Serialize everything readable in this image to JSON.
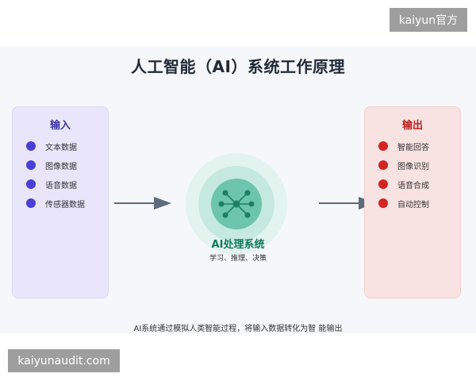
{
  "title": "人工智能（AI）系统工作原理",
  "input": {
    "title": "输入",
    "items": [
      "文本数据",
      "图像数据",
      "语音数据",
      "传感器数据"
    ]
  },
  "core": {
    "title": "AI处理系统",
    "subtitle": "学习、推理、决策"
  },
  "output": {
    "title": "输出",
    "items": [
      "智能回答",
      "图像识别",
      "语音合成",
      "自动控制"
    ]
  },
  "footer": "AI系统通过模拟人类智能过程，将输入数据转化为智  能输出",
  "watermarks": {
    "top": "kaiyun官方",
    "bottom": "kaiyunaudit.com"
  },
  "colors": {
    "input_accent": "#4a3fd6",
    "output_accent": "#d32422",
    "core_accent": "#0f7a5a",
    "arrow": "#5d6b7a"
  },
  "icons": {
    "core": "network-hub-icon"
  }
}
